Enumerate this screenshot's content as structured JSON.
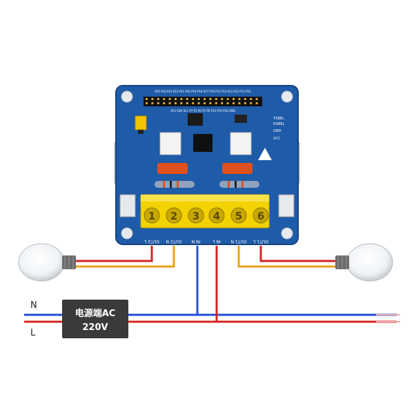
{
  "power_source": {
    "line1": "电源端AC",
    "line2": "220V",
    "wire_n": "N",
    "wire_l": "L"
  },
  "terminals": {
    "labels": [
      "OUT2 L",
      "OUT2 N",
      "IN N",
      "IN L",
      "OUT1 N",
      "OUT1 L"
    ],
    "numbers": [
      "1",
      "2",
      "3",
      "4",
      "5",
      "6"
    ]
  },
  "board": {
    "top_pins_row1": "P25 P24 P23 P22 P21 P20 P19 P18 P17 P16 P15 P14 P13 P12 P11 P10",
    "top_pins_row2": "3V3 SDA SCL P7 P1 P0 P5 P6 P13 P19 P26 GND",
    "right_labels": [
      "TXBEL",
      "RXBEL",
      "GND",
      "VCC"
    ]
  },
  "colors": {
    "wire_blue": "#1f4fd8",
    "wire_red": "#d42424",
    "wire_yellow": "#e8a317",
    "board_blue": "#1e5ba8",
    "terminal_yellow": "#f2d200",
    "relay_orange": "#e0501c",
    "label_box": "#3a3a3a"
  }
}
